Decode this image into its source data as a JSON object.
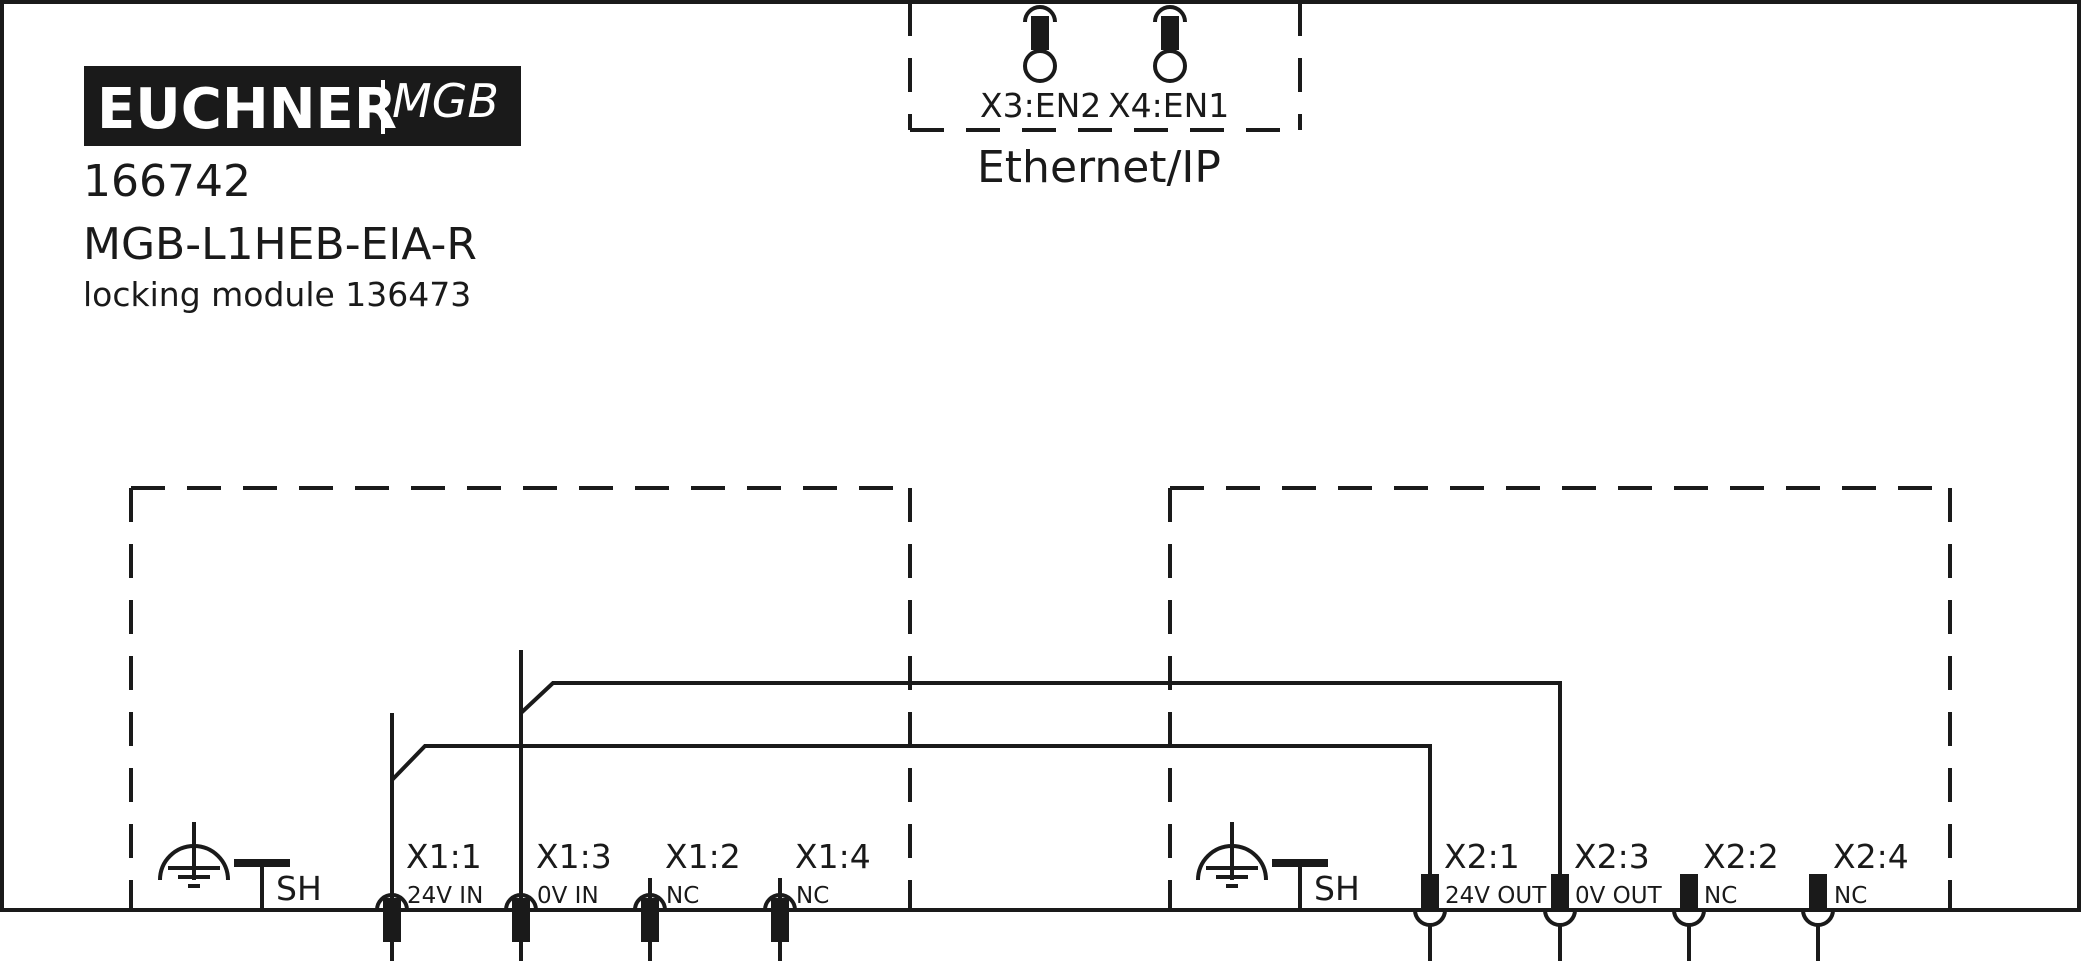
{
  "brand": {
    "name": "EUCHNER",
    "product_line": "MGB",
    "background_color": "#1a1a1a"
  },
  "device": {
    "order_number": "166742",
    "model": "MGB-L1HEB-EIA-R",
    "description": "locking module 136473"
  },
  "ethernet": {
    "label": "Ethernet/IP",
    "ports": [
      {
        "id": "X3:EN2"
      },
      {
        "id": "X4:EN1"
      }
    ]
  },
  "connectors": {
    "input": {
      "ground_icon": "earth-ground-icon",
      "shield_label": "SH",
      "pins": [
        {
          "id": "X1:1",
          "signal": "24V IN"
        },
        {
          "id": "X1:3",
          "signal": "0V IN"
        },
        {
          "id": "X1:2",
          "signal": "NC"
        },
        {
          "id": "X1:4",
          "signal": "NC"
        }
      ]
    },
    "output": {
      "ground_icon": "earth-ground-icon",
      "shield_label": "SH",
      "pins": [
        {
          "id": "X2:1",
          "signal": "24V OUT"
        },
        {
          "id": "X2:3",
          "signal": "0V OUT"
        },
        {
          "id": "X2:2",
          "signal": "NC"
        },
        {
          "id": "X2:4",
          "signal": "NC"
        }
      ]
    }
  },
  "colors": {
    "line": "#1a1a1a",
    "background": "#ffffff"
  }
}
